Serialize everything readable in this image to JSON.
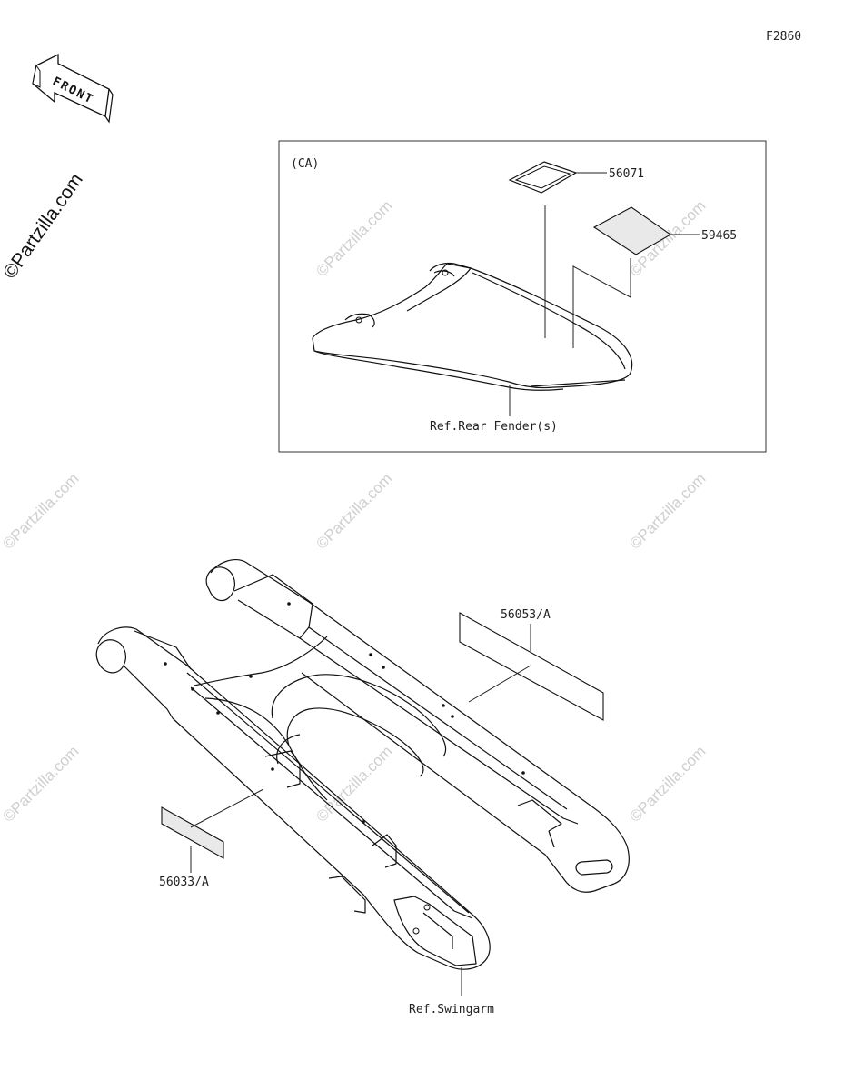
{
  "diagram_code": "F2860",
  "front_arrow_label": "FRONT",
  "watermark": "©Partzilla.com",
  "inset": {
    "region_label": "(CA)",
    "parts": [
      {
        "number": "56071"
      },
      {
        "number": "59465"
      }
    ],
    "reference": "Ref.Rear Fender(s)"
  },
  "main": {
    "parts": [
      {
        "number": "56053/A"
      },
      {
        "number": "56033/A"
      }
    ],
    "reference": "Ref.Swingarm"
  },
  "colors": {
    "ink": "#111111",
    "watermark": "#cfcfcf",
    "label_fill": "#e9e9e9"
  }
}
